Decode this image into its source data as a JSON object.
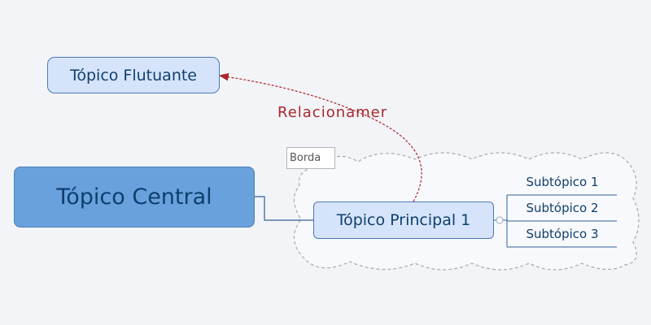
{
  "diagram": {
    "central_topic": "Tópico Central",
    "floating_topic": "Tópico Flutuante",
    "main_topic": "Tópico Principal 1",
    "subtopics": [
      "Subtópico 1",
      "Subtópico 2",
      "Subtópico 3"
    ],
    "boundary_label": "Borda",
    "relationship_label": "Relacionamer"
  },
  "colors": {
    "central_fill": "#69a1dc",
    "topic_fill": "#d6e4fb",
    "topic_border": "#4a78b6",
    "text": "#0f3f6e",
    "relationship": "#a8272a",
    "boundary_border": "#aaaaaa",
    "background": "#f3f4f8"
  }
}
